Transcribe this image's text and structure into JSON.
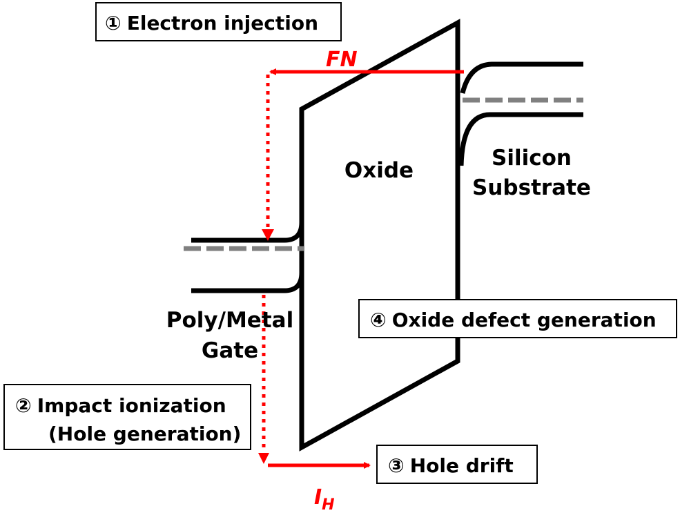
{
  "colors": {
    "band_line": "#000000",
    "fermi_dash": "#808080",
    "arrow": "#ff0000",
    "box_border": "#000000",
    "background": "#ffffff"
  },
  "labels": {
    "oxide": "Oxide",
    "substrate_line1": "Silicon",
    "substrate_line2": "Substrate",
    "gate_line1": "Poly/Metal",
    "gate_line2": "Gate",
    "fn": "FN",
    "ih_main": "I",
    "ih_sub": "H"
  },
  "steps": [
    {
      "number": "①",
      "text": "Electron injection"
    },
    {
      "number": "②",
      "text": "Impact ionization",
      "text2": "(Hole generation)"
    },
    {
      "number": "③",
      "text": "Hole drift"
    },
    {
      "number": "④",
      "text": "Oxide defect generation"
    }
  ]
}
